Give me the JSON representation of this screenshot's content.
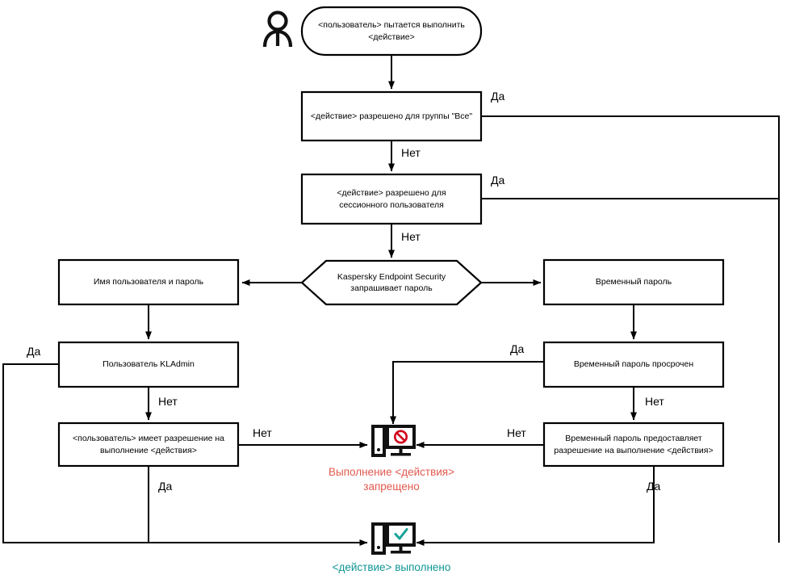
{
  "diagram": {
    "title": "Kaspersky Endpoint Security password / permission decision flow",
    "language": "ru",
    "colors": {
      "stroke": "#000000",
      "denied_text": "#E05A4F",
      "denied_icon": "#D0021B",
      "allowed_text": "#0F9595",
      "allowed_icon": "#17A398",
      "background": "#FFFFFF"
    },
    "actor": {
      "icon": "person-icon",
      "name": "user-actor"
    },
    "nodes": {
      "start": {
        "id": "start",
        "shape": "rounded-rectangle",
        "text": "<пользователь> пытается выполнить <действие>"
      },
      "allowed_for_everyone": {
        "id": "allowed_for_everyone",
        "shape": "rectangle",
        "text": "<действие> разрешено для группы \"Все\""
      },
      "allowed_for_session_user": {
        "id": "allowed_for_session_user",
        "shape": "rectangle",
        "text": "<действие> разрешено для сессионного пользователя"
      },
      "kes_asks_password": {
        "id": "kes_asks_password",
        "shape": "hexagon",
        "text": "Kaspersky Endpoint Security запрашивает пароль"
      },
      "username_and_password": {
        "id": "username_and_password",
        "shape": "rectangle",
        "text": "Имя пользователя и пароль"
      },
      "kladmin_user": {
        "id": "kladmin_user",
        "shape": "rectangle",
        "text": "Пользователь KLAdmin"
      },
      "user_has_permission": {
        "id": "user_has_permission",
        "shape": "rectangle",
        "text": "<пользователь> имеет разрешение на выполнение <действия>"
      },
      "temporary_password": {
        "id": "temporary_password",
        "shape": "rectangle",
        "text": "Временный пароль"
      },
      "temporary_password_expired": {
        "id": "temporary_password_expired",
        "shape": "rectangle",
        "text": "Временный пароль просрочен"
      },
      "temporary_password_grants": {
        "id": "temporary_password_grants",
        "shape": "rectangle",
        "text": "Временный пароль предоставляет разрешение на выполнение <действия>"
      },
      "denied": {
        "id": "denied",
        "shape": "terminal-icon",
        "icon": "monitor-denied-icon",
        "text": "Выполнение <действия> запрещено",
        "text_line1": "Выполнение <действия>",
        "text_line2": "запрещено"
      },
      "allowed": {
        "id": "allowed",
        "shape": "terminal-icon",
        "icon": "monitor-check-icon",
        "text": "<действие> выполнено"
      }
    },
    "edge_labels": {
      "yes": "Да",
      "no": "Нет",
      "everyone_yes": "Да",
      "everyone_no": "Нет",
      "session_yes": "Да",
      "session_no": "Нет",
      "kladmin_yes": "Да",
      "kladmin_no": "Нет",
      "permission_no": "Нет",
      "permission_yes": "Да",
      "expired_yes": "Да",
      "expired_no": "Нет",
      "grants_no": "Нет",
      "grants_yes": "Да"
    }
  }
}
